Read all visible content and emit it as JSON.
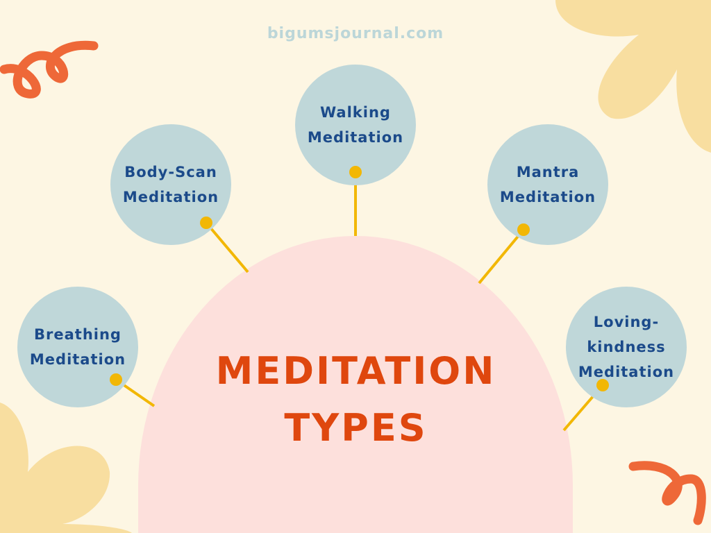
{
  "watermark": "bigumsjournal.com",
  "title": {
    "line1": "MEDITATION",
    "line2": "TYPES"
  },
  "nodes": [
    {
      "lines": [
        "Breathing",
        "Meditation"
      ]
    },
    {
      "lines": [
        "Body-Scan",
        "Meditation"
      ]
    },
    {
      "lines": [
        "Walking",
        "Meditation"
      ]
    },
    {
      "lines": [
        "Mantra",
        "Meditation"
      ]
    },
    {
      "lines": [
        "Loving-",
        "kindness",
        "Meditation"
      ]
    }
  ],
  "colors": {
    "background": "#fdf6e3",
    "node": "#bfd7d9",
    "hub": "#fde0dc",
    "connector": "#f2b705",
    "title": "#df470e",
    "text": "#1b4a8a"
  }
}
